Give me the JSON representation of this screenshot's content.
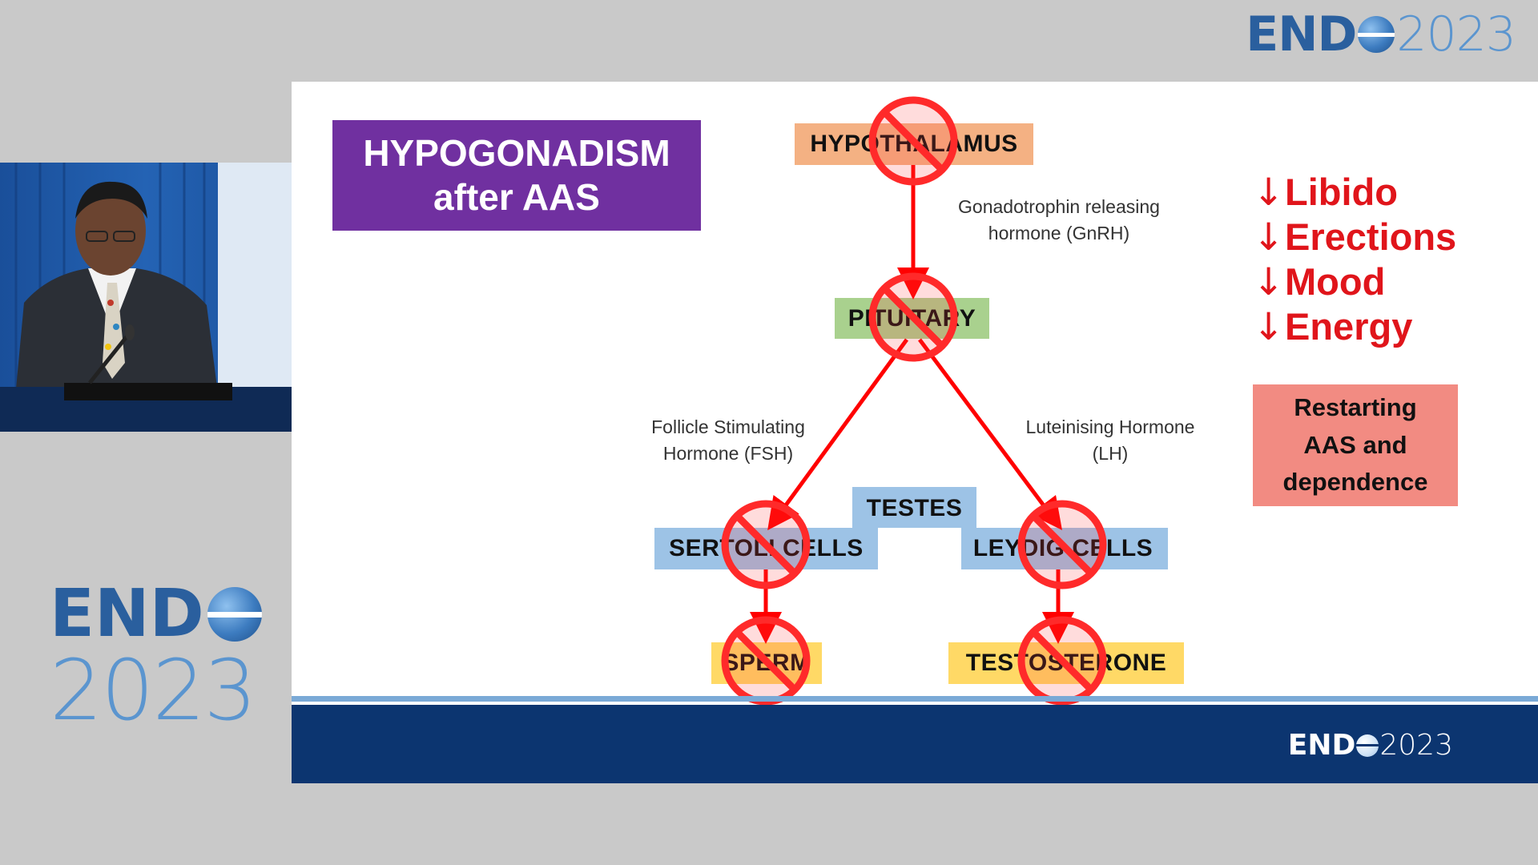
{
  "top_logo": {
    "end": "END",
    "year": "2023"
  },
  "side_logo": {
    "end": "END",
    "year": "2023"
  },
  "slide": {
    "title_line1": "HYPOGONADISM",
    "title_line2": "after AAS",
    "nodes": {
      "hypothalamus": "HYPOTHALAMUS",
      "pituitary": "PITUITARY",
      "testes": "TESTES",
      "sertoli": "SERTOLI CELLS",
      "leydig": "LEYDIG CELLS",
      "sperm": "SPERM",
      "testosterone": "TESTOSTERONE"
    },
    "labels": {
      "gnrh_line1": "Gonadotrophin releasing",
      "gnrh_line2": "hormone (GnRH)",
      "fsh_line1": "Follicle Stimulating",
      "fsh_line2": "Hormone (FSH)",
      "lh_line1": "Luteinising Hormone",
      "lh_line2": "(LH)"
    },
    "symptoms": [
      {
        "arrow": "↓",
        "text": "Libido"
      },
      {
        "arrow": "↓",
        "text": "Erections"
      },
      {
        "arrow": "↓",
        "text": "Mood"
      },
      {
        "arrow": "↓",
        "text": "Energy"
      }
    ],
    "restart": {
      "line1": "Restarting",
      "line2": "AAS and",
      "line3": "dependence"
    },
    "footer_logo": {
      "end": "END",
      "year": "2023"
    }
  },
  "colors": {
    "title_bg": "#7030a0",
    "hypothalamus_bg": "#f4b183",
    "pituitary_bg": "#a9d18e",
    "testes_bg": "#9dc3e6",
    "output_bg": "#ffd966",
    "arrow_red": "#ff0000",
    "symptom_red": "#e0151b",
    "restart_bg": "#f28b82",
    "footer_navy": "#0c3570"
  }
}
